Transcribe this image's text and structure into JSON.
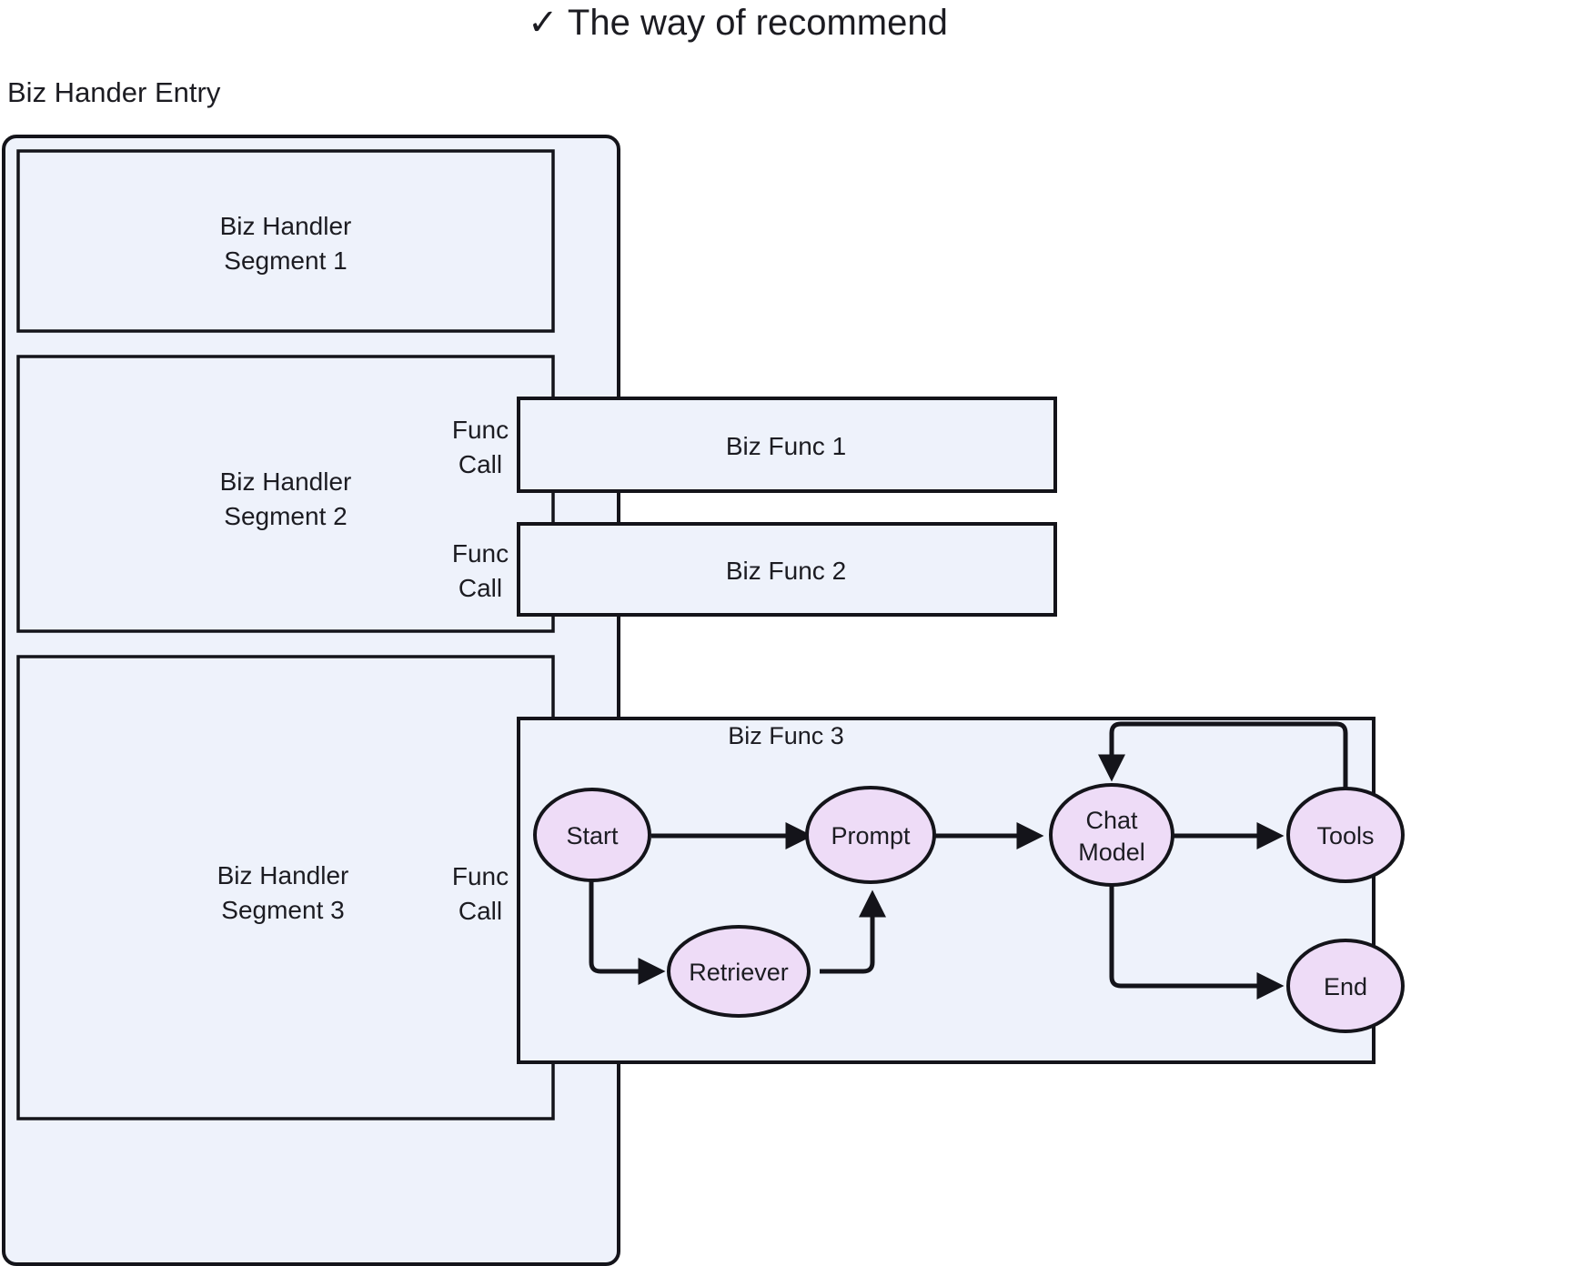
{
  "title": "✓ The way of recommend",
  "entry_label": "Biz Hander Entry",
  "segments": [
    {
      "line1": "Biz  Handler",
      "line2": "Segment 1"
    },
    {
      "line1": "Biz  Handler",
      "line2": "Segment 2"
    },
    {
      "line1": "Biz Handler",
      "line2": "Segment 3"
    }
  ],
  "func_call_labels": [
    {
      "line1": "Func",
      "line2": "Call"
    },
    {
      "line1": "Func",
      "line2": "Call"
    },
    {
      "line1": "Func",
      "line2": "Call"
    }
  ],
  "biz_funcs": [
    {
      "label": "Biz  Func 1"
    },
    {
      "label": "Biz  Func 2"
    },
    {
      "label": "Biz  Func 3"
    }
  ],
  "flow": {
    "title": "Biz  Func 3",
    "nodes": [
      {
        "id": "start",
        "label": "Start"
      },
      {
        "id": "prompt",
        "label": "Prompt"
      },
      {
        "id": "chatmodel",
        "label_line1": "Chat",
        "label_line2": "Model"
      },
      {
        "id": "tools",
        "label": "Tools"
      },
      {
        "id": "retriever",
        "label": "Retriever"
      },
      {
        "id": "end",
        "label": "End"
      }
    ],
    "edges": [
      {
        "from": "start",
        "to": "prompt"
      },
      {
        "from": "prompt",
        "to": "chatmodel"
      },
      {
        "from": "chatmodel",
        "to": "tools"
      },
      {
        "from": "tools",
        "to": "chatmodel"
      },
      {
        "from": "start",
        "to": "retriever"
      },
      {
        "from": "retriever",
        "to": "prompt"
      },
      {
        "from": "chatmodel",
        "to": "end"
      }
    ]
  },
  "colors": {
    "box_fill": "#eef2fb",
    "node_fill": "#eedcf7",
    "stroke": "#14141a",
    "text": "#1c1c22",
    "background": "#ffffff"
  }
}
